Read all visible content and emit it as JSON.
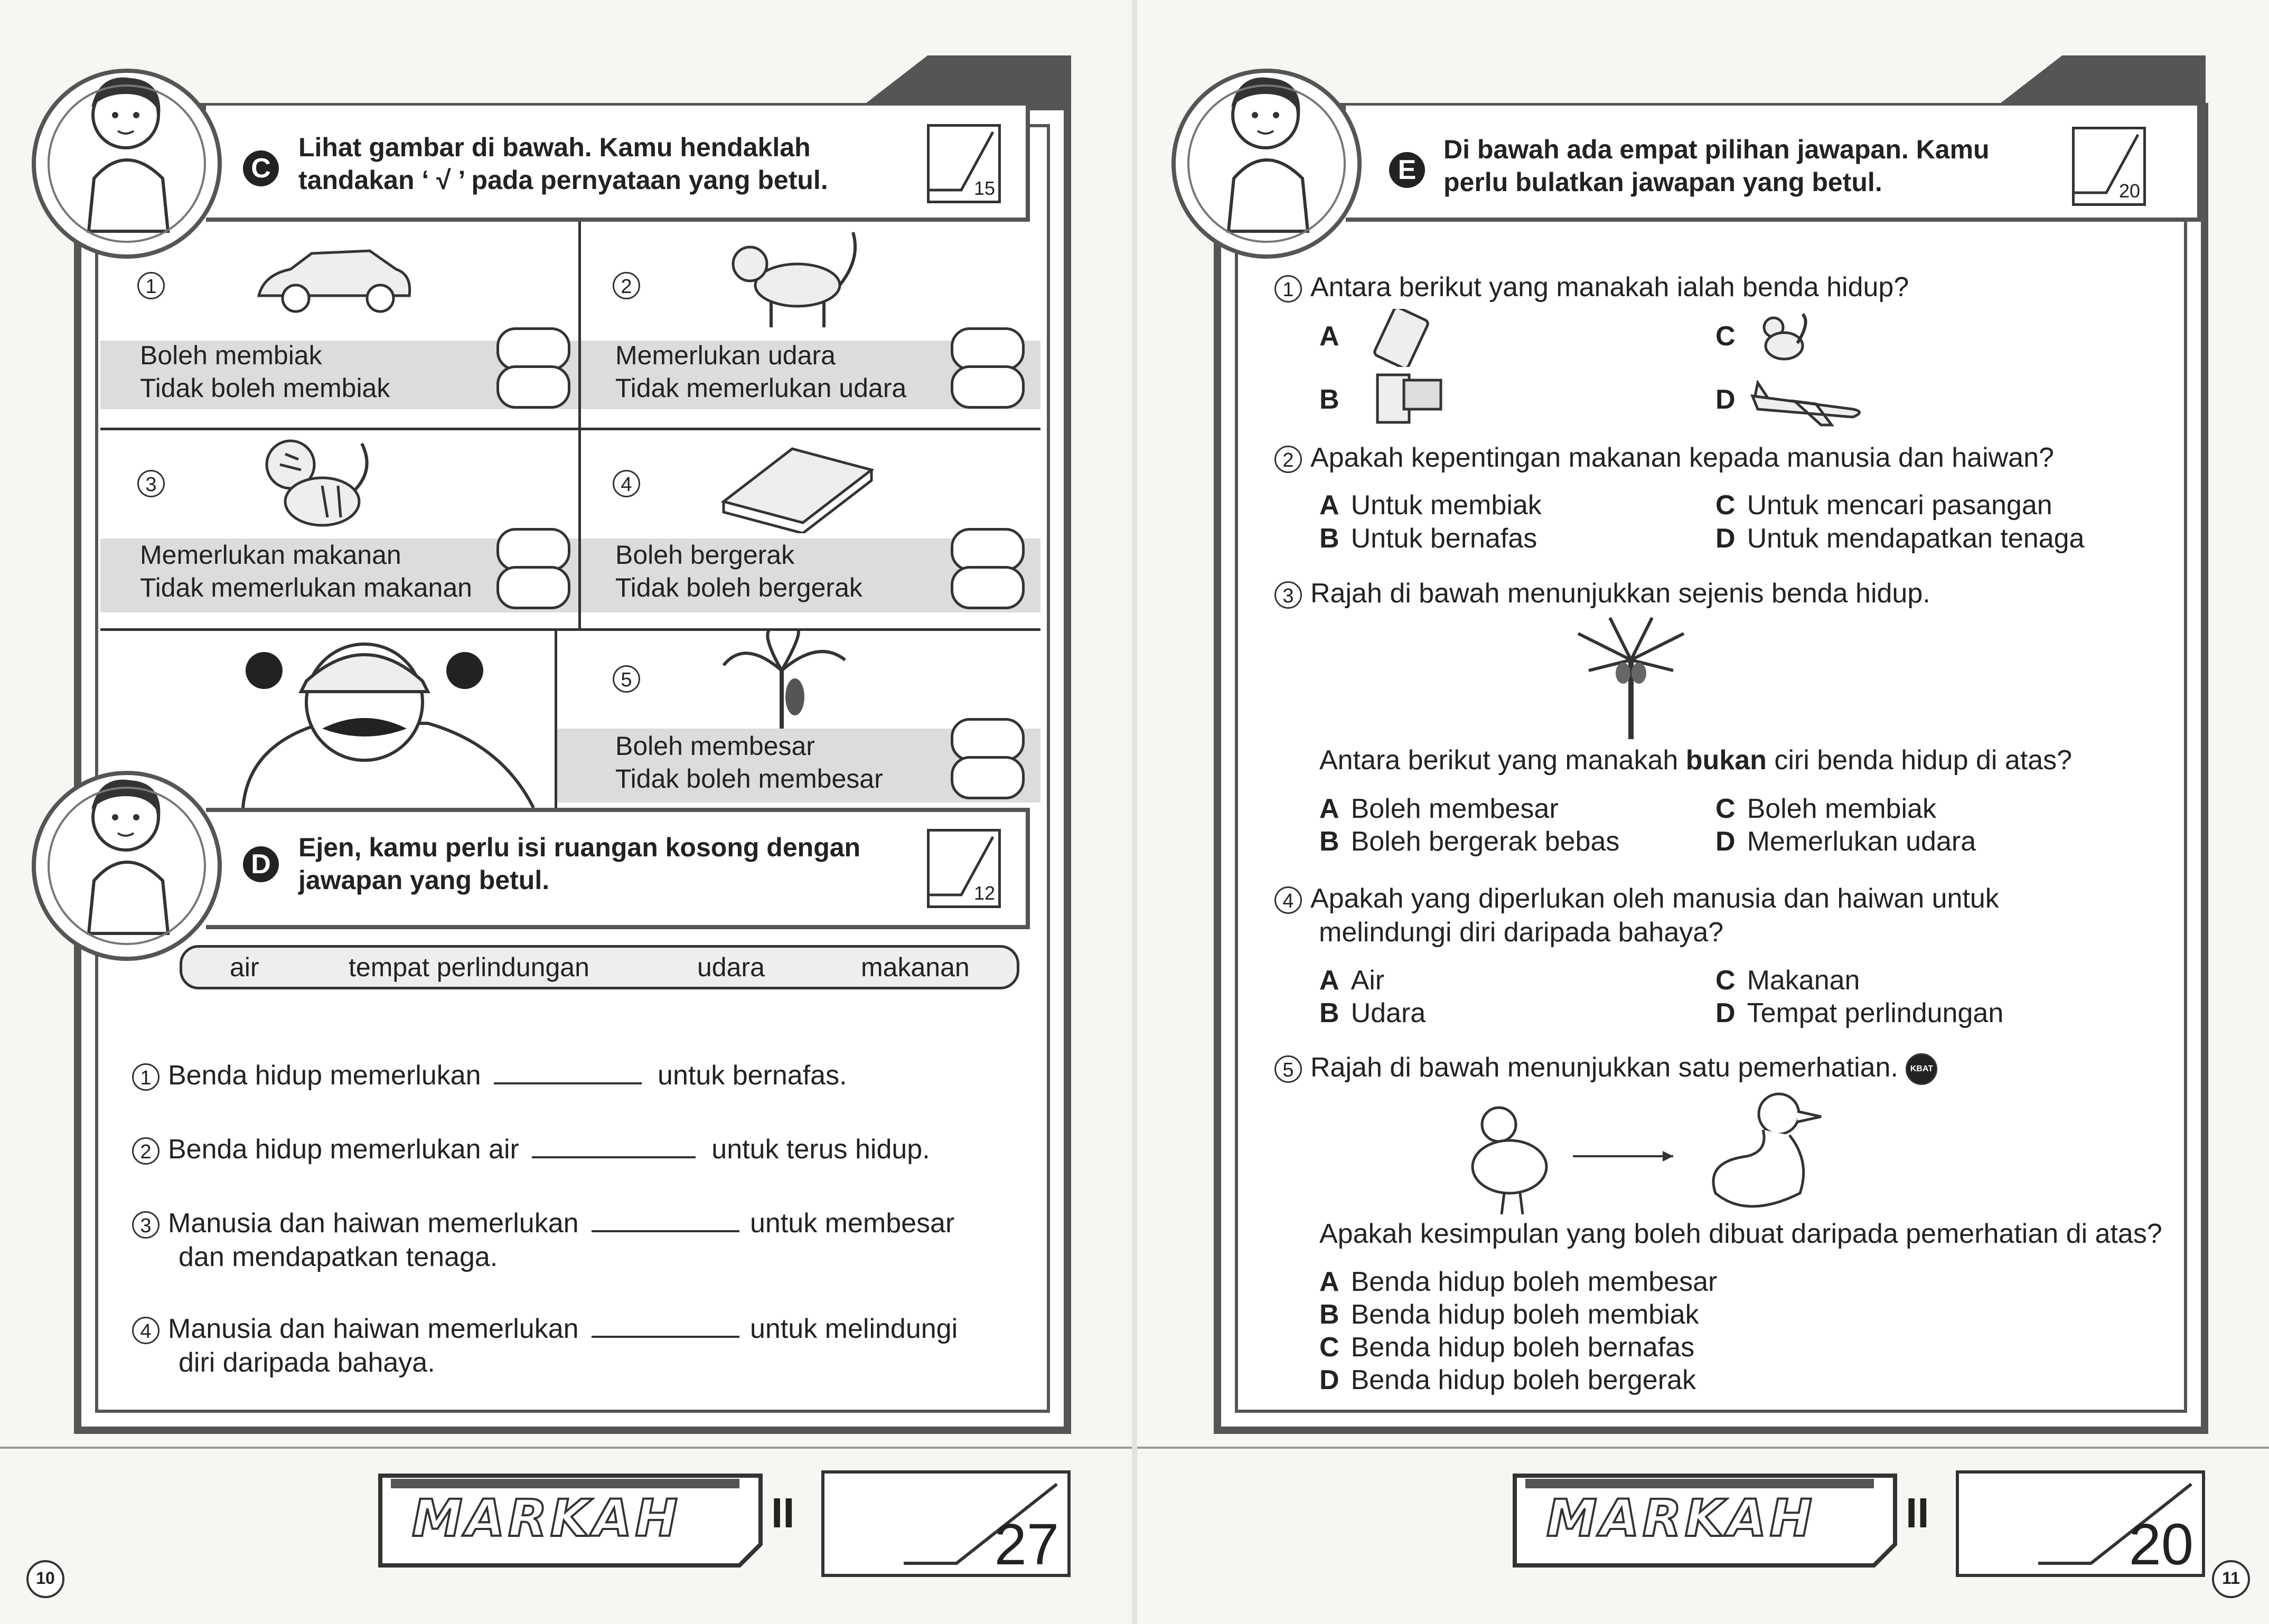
{
  "left": {
    "section_c": {
      "letter": "C",
      "instruction_line1": "Lihat gambar di bawah. Kamu hendaklah",
      "instruction_line2": "tandakan ‘ √ ’ pada pernyataan yang betul.",
      "score": "15",
      "items": [
        {
          "num": "1",
          "picture": "car-icon",
          "opt1": "Boleh membiak",
          "opt2": "Tidak boleh membiak"
        },
        {
          "num": "2",
          "picture": "cat-icon",
          "opt1": "Memerlukan udara",
          "opt2": "Tidak memerlukan udara"
        },
        {
          "num": "3",
          "picture": "tiger-icon",
          "opt1": "Memerlukan makanan",
          "opt2": "Tidak memerlukan makanan"
        },
        {
          "num": "4",
          "picture": "book-icon",
          "opt1": "Boleh bergerak",
          "opt2": "Tidak boleh bergerak"
        },
        {
          "num": "5",
          "picture": "banana-tree-icon",
          "opt1": "Boleh membesar",
          "opt2": "Tidak boleh membesar"
        }
      ]
    },
    "section_d": {
      "letter": "D",
      "instruction_line1": "Ejen, kamu perlu isi ruangan kosong dengan",
      "instruction_line2": "jawapan yang betul.",
      "score": "12",
      "word_bank": [
        "air",
        "tempat perlindungan",
        "udara",
        "makanan"
      ],
      "questions": [
        {
          "num": "1",
          "before": "Benda hidup memerlukan",
          "after": "untuk bernafas.",
          "line2": ""
        },
        {
          "num": "2",
          "before": "Benda hidup memerlukan air",
          "after": "untuk terus hidup.",
          "line2": ""
        },
        {
          "num": "3",
          "before": "Manusia dan haiwan memerlukan",
          "after": "untuk membesar",
          "line2": "dan mendapatkan tenaga."
        },
        {
          "num": "4",
          "before": "Manusia dan haiwan memerlukan",
          "after": "untuk melindungi",
          "line2": "diri daripada bahaya."
        }
      ]
    },
    "markah_label": "MARKAH",
    "equals": "II",
    "total": "27",
    "page_number": "10"
  },
  "right": {
    "section_e": {
      "letter": "E",
      "instruction_line1": "Di bawah ada empat pilihan jawapan. Kamu",
      "instruction_line2": "perlu bulatkan jawapan yang betul.",
      "score": "20",
      "questions": [
        {
          "num": "1",
          "text": "Antara berikut yang manakah ialah benda hidup?",
          "options": [
            {
              "key": "A",
              "picture": "calculator-icon"
            },
            {
              "key": "B",
              "picture": "computer-icon"
            },
            {
              "key": "C",
              "picture": "rooster-icon"
            },
            {
              "key": "D",
              "picture": "airplane-icon"
            }
          ]
        },
        {
          "num": "2",
          "text": "Apakah kepentingan makanan kepada manusia dan haiwan?",
          "options": [
            {
              "key": "A",
              "text": "Untuk membiak"
            },
            {
              "key": "B",
              "text": "Untuk bernafas"
            },
            {
              "key": "C",
              "text": "Untuk mencari pasangan"
            },
            {
              "key": "D",
              "text": "Untuk mendapatkan tenaga"
            }
          ]
        },
        {
          "num": "3",
          "text": "Rajah di bawah menunjukkan sejenis benda hidup.",
          "sub_before": "Antara berikut yang manakah",
          "sub_bold": "bukan",
          "sub_after": "ciri benda hidup di atas?",
          "options": [
            {
              "key": "A",
              "text": "Boleh membesar"
            },
            {
              "key": "B",
              "text": "Boleh bergerak bebas"
            },
            {
              "key": "C",
              "text": "Boleh membiak"
            },
            {
              "key": "D",
              "text": "Memerlukan udara"
            }
          ]
        },
        {
          "num": "4",
          "text": "Apakah yang diperlukan oleh manusia dan haiwan untuk",
          "text2": "melindungi diri daripada bahaya?",
          "options": [
            {
              "key": "A",
              "text": "Air"
            },
            {
              "key": "B",
              "text": "Udara"
            },
            {
              "key": "C",
              "text": "Makanan"
            },
            {
              "key": "D",
              "text": "Tempat perlindungan"
            }
          ]
        },
        {
          "num": "5",
          "text": "Rajah di bawah menunjukkan satu pemerhatian.",
          "kbat": "KBAT",
          "sub": "Apakah kesimpulan yang boleh dibuat daripada pemerhatian di atas?",
          "options": [
            {
              "key": "A",
              "text": "Benda hidup boleh membesar"
            },
            {
              "key": "B",
              "text": "Benda hidup boleh membiak"
            },
            {
              "key": "C",
              "text": "Benda hidup boleh bernafas"
            },
            {
              "key": "D",
              "text": "Benda hidup boleh bergerak"
            }
          ]
        }
      ]
    },
    "markah_label": "MARKAH",
    "equals": "II",
    "total": "20",
    "page_number": "11"
  }
}
